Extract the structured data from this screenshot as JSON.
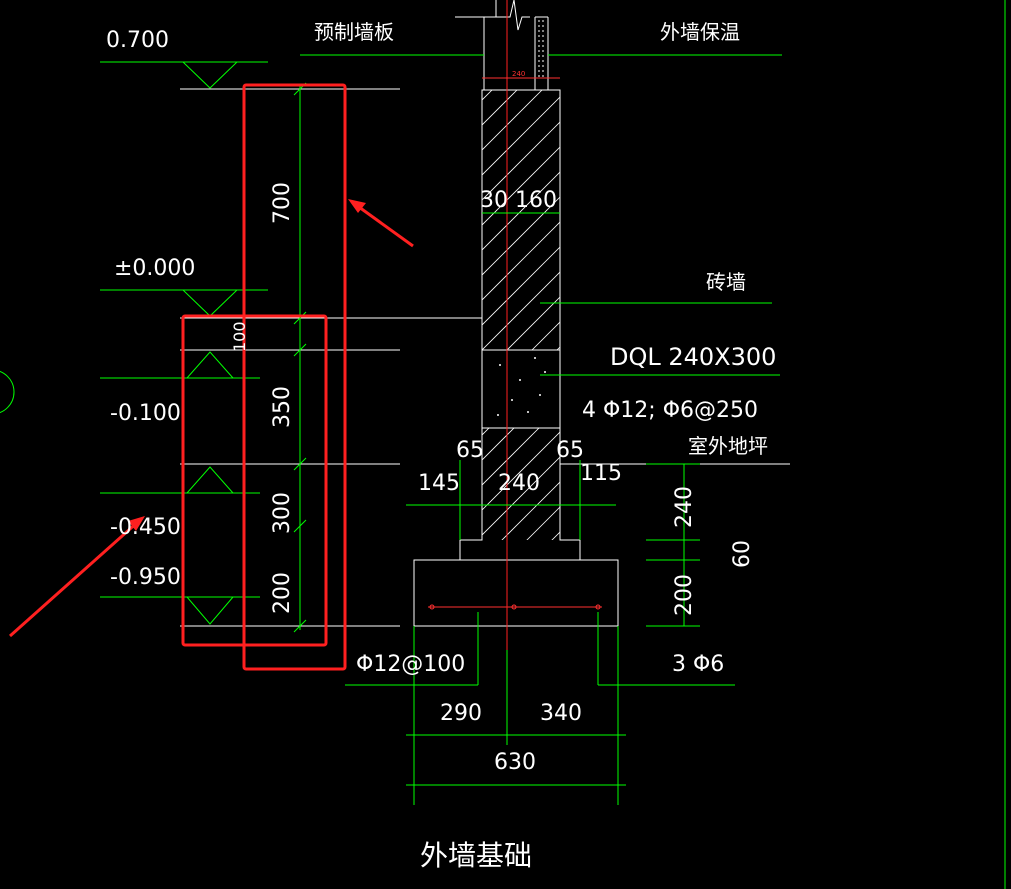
{
  "labels": {
    "precast_panel": "预制墙板",
    "ext_insulation": "外墙保温",
    "brick_wall": "砖墙",
    "dql": "DQL 240X300",
    "dql_rebar": "4 Φ12; Φ6@250",
    "outdoor_ground": "室外地坪",
    "bottom_rebar": "Φ12@100",
    "dist_rebar": "3 Φ6",
    "title": "外墙基础",
    "wall_width_small": "240"
  },
  "elevations": {
    "e1": "0.700",
    "e2": "±0.000",
    "e3": "-0.100",
    "e4": "-0.450",
    "e5": "-0.950"
  },
  "dims": {
    "d700": "700",
    "d100": "100",
    "d350": "350",
    "d300": "300",
    "d200": "200",
    "d30_160": "30 160",
    "d65a": "65",
    "d65b": "65",
    "d145": "145",
    "d240": "240",
    "d115": "115",
    "r240": "240",
    "r60": "60",
    "r200": "200",
    "d290": "290",
    "d340": "340",
    "d630": "630"
  }
}
